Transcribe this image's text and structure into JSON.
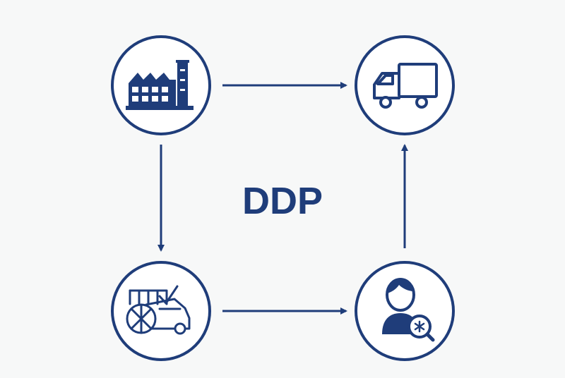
{
  "diagram": {
    "title": "DDP",
    "accent_color": "#1f3d7a",
    "background_color": "#f7f8f8",
    "nodes": [
      {
        "id": "factory",
        "icon": "factory-icon"
      },
      {
        "id": "truck",
        "icon": "delivery-truck-icon"
      },
      {
        "id": "customs",
        "icon": "customs-cargo-icon"
      },
      {
        "id": "customer",
        "icon": "customer-icon"
      }
    ],
    "flows": [
      {
        "from": "factory",
        "to": "truck"
      },
      {
        "from": "factory",
        "to": "customs"
      },
      {
        "from": "customs",
        "to": "customer"
      },
      {
        "from": "customer",
        "to": "truck"
      }
    ]
  }
}
